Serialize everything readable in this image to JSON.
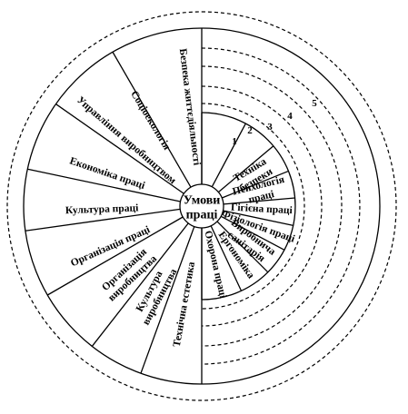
{
  "center": {
    "line1": "Умови",
    "line2": "праці"
  },
  "sectors": [
    {
      "id": "bezpeka",
      "lines": [
        "Безпека життєдіяльності"
      ]
    },
    {
      "id": "sotsio",
      "lines": [
        "Соціоекологія"
      ]
    },
    {
      "id": "upravlinnia",
      "lines": [
        "Управління виробництвом"
      ]
    },
    {
      "id": "ekonomika",
      "lines": [
        "Економіка праці"
      ]
    },
    {
      "id": "kultura-pratsi",
      "lines": [
        "Культура праці"
      ]
    },
    {
      "id": "org-pratsi",
      "lines": [
        "Організація праці"
      ]
    },
    {
      "id": "org-vyrob",
      "lines": [
        "Організація",
        "виробництва"
      ]
    },
    {
      "id": "kultura-vyrob",
      "lines": [
        "Культура",
        "виробництва"
      ]
    },
    {
      "id": "tekh-estetyka",
      "lines": [
        "Технічна естетика"
      ]
    },
    {
      "id": "okhorona",
      "lines": [
        "Охорона праці"
      ]
    },
    {
      "id": "erhonomika",
      "lines": [
        "Ергономіка"
      ]
    },
    {
      "id": "vyrob-san",
      "lines": [
        "Виробнича",
        "санітарія"
      ]
    },
    {
      "id": "fiziolohiia",
      "lines": [
        "Фізіологія праці"
      ]
    },
    {
      "id": "hihiiena",
      "lines": [
        "Гігієна праці"
      ]
    },
    {
      "id": "psykholohiia",
      "lines": [
        "Психологія",
        "праці"
      ]
    },
    {
      "id": "tekhnika",
      "lines": [
        "Техніка",
        "безпеки"
      ]
    }
  ],
  "ring_numbers": [
    "1",
    "2",
    "3",
    "4",
    "5"
  ]
}
